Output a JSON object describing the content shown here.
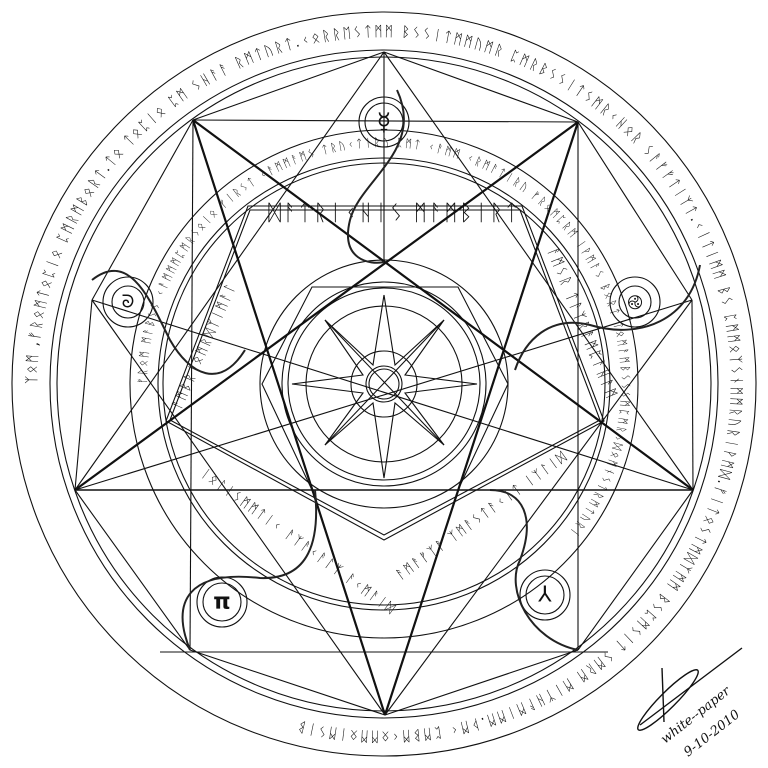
{
  "artwork": {
    "type": "magic-circle-line-drawing",
    "stroke_color": "#111111",
    "background": "#ffffff"
  },
  "rings": {
    "outer_text": "ᛉᛟᛗ ,ᚠᚱᛟᛗᛏᛟᛈᛁᛟ ᛈᛗᚱᛗᛒᛟᚱᛏ.ᛏᛟ ᛏᛟᛈᛁᛟ ᛈᛗ ᛊᚺᚨᚨ ᚱᛗᛏᚢᚱᛏ.ᚲᛟᚱᚱᛖᛊᛏᛗᛗ ᛒᛊᛊᛁᛏᛗᛗᚢᛗᚱ ᛈᛗᚱᛒᛊᛊᛁᛏᛊᛗᚱᚲᚺᛟᚱ ᛊᚨᚠᚠᛏᛁᛉᛏ.ᚲᛁᛏᛁᛗᛗ ᛒᛊ ᛈᛗᛗᛟᛉᛊᚾᛗᛗᚱᚢᚱᛁᚹᛗᛞ.ᚠᛁᛏᛟᛊᛏᛗᛞᛉᛗᛗ ᛒᛊᛈᛗᛊᛁᛏ ᛊᛗᚱᛗ ᛗᛁᛉᚺᚨᛗᛁᛗᛗ.ᚦᛗᚲ ᛈᛗᛒᛗᚲᛟᛗᛗᛟᛁᛗᛊᛁᛒ",
    "inner_text": "ᚠᚱᛟᛗ ᛗᚨᛒᛊᛊ ᚲᚨᛗᛗᛗᛈᛗᚱᛊᛟᛁᛟ ᚠᛁᚱᛊᛏ ᚲᚨᛗᛗᚨᛗᛊ ᛏᚱᚢᚲᛏᛁᚱᚢ ᛈᛗᛏ ᚲᚨᛗᛗ ᚲᚱᛗᚨᛏᛁᚱᚢ ᚠᚱᛟᛗᛈᚱᛗ ᛁᚹᛗᚨᛊ ᛒᛟᚱᛏ ᛏᛟᛗᚨᛗᛒᛊᛊᛊᛗᛈᛗᚱᛊᛞᛟᛗᚾᛊᛏᚱᛗᛏᚢᚱᛁ",
    "pentagon_top": "ᛞᚨᛏᚱᛁᚲᚺᛁᛊ ᛗᚨᛗᛒᛁᚱᛏ",
    "pentagon_right": "ᚨᛗᛊᚱ ᛏᚨᛉᚱᚨᛗᛈᚨᚺᚨᛗ",
    "pentagon_lower_right": "ᚨᛗᚨᚠᛉᚨ ᛉᛗᚨᛊᛏᚨᚲᛁᛏ ᛁᛉᛚᛁᛞ",
    "pentagon_lower_left": "ᛁᛟᛚᛁᛊᛗᛗᛏᛁᚲ ᚨᛉᚨᚲᚨᛚᛉ ᚨᚲᛗᚨᛁᛞ",
    "pentagon_left": "ᚨᛗᛒᚱᛁᛟᛗᚱᛞᛉᛁᛗᚨᛚ"
  },
  "symbols": {
    "top": "☿",
    "left": "ᘐ",
    "right": "࿋",
    "lower_left": "π",
    "lower_right": "⅄"
  },
  "signature": {
    "name": "white--paper",
    "date": "9-10-2010"
  }
}
